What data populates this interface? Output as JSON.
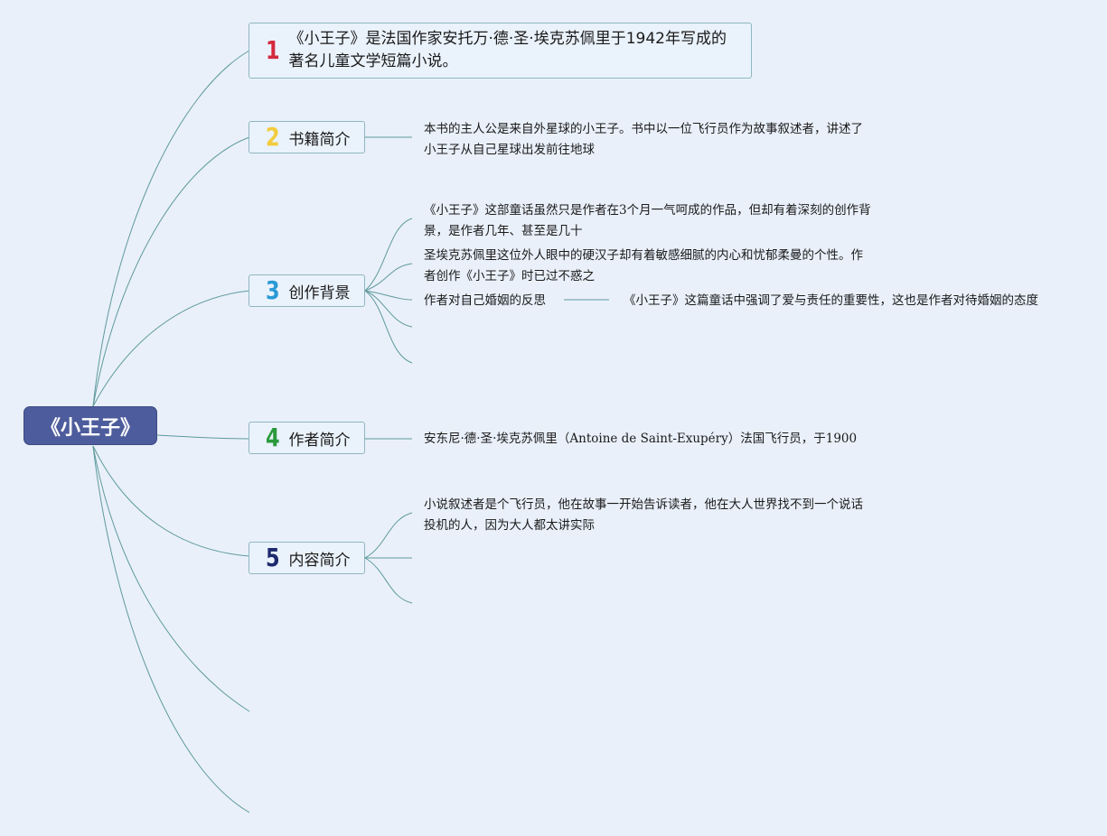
{
  "root": {
    "label": "《小王子》"
  },
  "topics": [
    {
      "number": "1",
      "color": "#d42a3c",
      "label": "《小王子》是法国作家安托万·德·圣·埃克苏佩里于1942年写成的著名儿童文学短篇小说。"
    },
    {
      "number": "2",
      "color": "#f2cc3c",
      "label": "书籍简介"
    },
    {
      "number": "3",
      "color": "#2a9ad6",
      "label": "创作背景"
    },
    {
      "number": "4",
      "color": "#2a9a3c",
      "label": "作者简介"
    },
    {
      "number": "5",
      "color": "#1e2a6e",
      "label": "内容简介"
    }
  ],
  "details": {
    "book_intro": "本书的主人公是来自外星球的小王子。书中以一位飞行员作为故事叙述者，讲述了小王子从自己星球出发前往地球",
    "background_1": "《小王子》这部童话虽然只是作者在3个月一气呵成的作品，但却有着深刻的创作背景，是作者几年、甚至是几十",
    "background_2": "圣埃克苏佩里这位外人眼中的硬汉子却有着敏感细腻的内心和忧郁柔曼的个性。作者创作《小王子》时已过不惑之",
    "background_3": "作者对自己婚姻的反思",
    "background_3_child": "《小王子》这篇童话中强调了爱与责任的重要性，这也是作者对待婚姻的态度",
    "author_intro": "安东尼·德·圣·埃克苏佩里（Antoine de Saint-Exupéry）法国飞行员，于1900",
    "content_intro": "小说叙述者是个飞行员，他在故事一开始告诉读者，他在大人世界找不到一个说话投机的人，因为大人都太讲实际"
  }
}
